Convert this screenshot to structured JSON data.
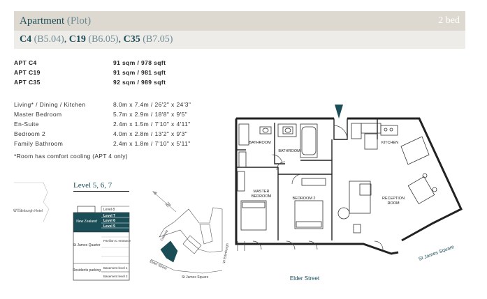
{
  "header": {
    "title_main": "Apartment",
    "title_paren": "(Plot)",
    "beds": "2 bed"
  },
  "subheader": {
    "units": [
      {
        "name": "C4",
        "plot": "(B5.04)"
      },
      {
        "name": "C19",
        "plot": "(B6.05)"
      },
      {
        "name": "C35",
        "plot": "(B7.05)"
      }
    ]
  },
  "apartments": [
    {
      "name": "APT C4",
      "area": "91 sqm / 978 sqft"
    },
    {
      "name": "APT C19",
      "area": "91 sqm / 981 sqft"
    },
    {
      "name": "APT C35",
      "area": "92 sqm / 989 sqft"
    }
  ],
  "rooms": [
    {
      "name": "Living* / Dining / Kitchen",
      "size": "8.0m x 7.4m / 26'2\" x 24'3\""
    },
    {
      "name": "Master Bedroom",
      "size": "5.7m x 2.9m / 18'8\" x 9'5\""
    },
    {
      "name": "En-Suite",
      "size": "2.4m x 1.5m / 7'10\" x 4'11\""
    },
    {
      "name": "Bedroom 2",
      "size": "4.0m x 2.8m / 13'2\" x 9'3\""
    },
    {
      "name": "Family Bathroom",
      "size": "2.4m x 1.8m / 7'10\" x 5'11\""
    }
  ],
  "note": "*Room has comfort cooling (APT 4 only)",
  "level_title": "Level 5, 6, 7",
  "stack": {
    "levels": [
      "Level 8",
      "Level 7",
      "Level 6",
      "Level 5"
    ],
    "new_zealand": "New Zealand",
    "pavilion": "Pavilion C entrance",
    "quarter": "St James Quarter",
    "residents": "Residents parking",
    "basement1": "Basement level 1",
    "basement2": "Basement level 2"
  },
  "map": {
    "west_edinburgh": "W Edinburgh Hotel",
    "north": "N",
    "galleria": "Galleria",
    "w_edinburgh": "W Edinburgh",
    "elder_street": "Elder Street",
    "st_james_square": "St James Square"
  },
  "plan": {
    "bathroom": "BATHROOM",
    "bathroom2": "BATHROOM",
    "kitchen": "KITCHEN",
    "master_bedroom": "MASTER BEDROOM",
    "bedroom2": "BEDROOM 2",
    "reception": "RECEPTION ROOM",
    "elder_street": "Elder Street",
    "st_james_square": "St James Square"
  },
  "colors": {
    "accent": "#1b4d57",
    "header_bg": "#ddd9d0",
    "sub_bg": "#eeece8"
  }
}
